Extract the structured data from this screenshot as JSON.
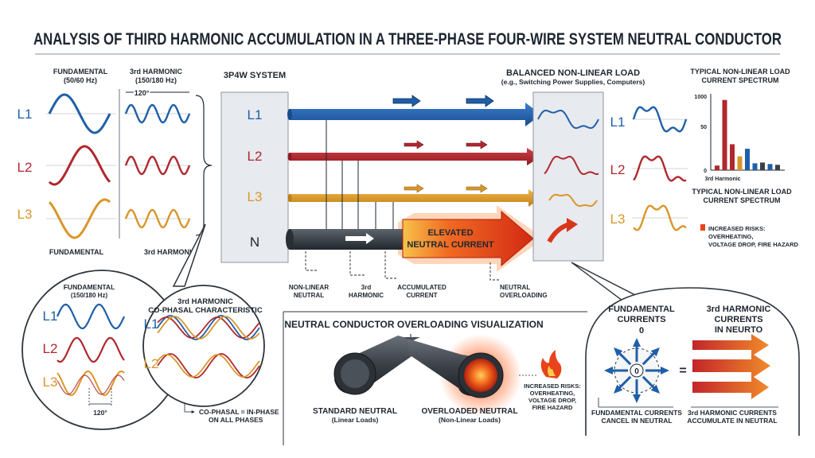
{
  "title": "ANALYSIS OF THIRD HARMONIC ACCUMULATION IN A THREE-PHASE FOUR-WIRE SYSTEM NEUTRAL CONDUCTOR",
  "colors": {
    "l1": "#1f5fa8",
    "l2": "#b0282d",
    "l3": "#d9962a",
    "neutral": "#3a4048",
    "accent": "#e8431a"
  },
  "left_waves": {
    "fundamental_header": "FUNDAMENTAL",
    "fundamental_freq": "(50/60 Hz)",
    "harmonic_header": "3rd HARMONIC",
    "harmonic_freq": "(150/180 Hz)",
    "phase_shift": "120°",
    "phases": [
      "L1",
      "L2",
      "L3"
    ],
    "fundamental_footer": "FUNDAMENTAL",
    "harmonic_footer": "3rd HARMONIC"
  },
  "system": {
    "header": "3P4W SYSTEM",
    "lines": [
      "L1",
      "L2",
      "L3",
      "N"
    ],
    "neutral_label_line1": "ELEVATED",
    "neutral_label_line2": "NEUTRAL CURRENT"
  },
  "callouts": [
    {
      "line1": "NON-LINEAR",
      "line2": "NEUTRAL"
    },
    {
      "line1": "3rd",
      "line2": "HARMONIC"
    },
    {
      "line1": "ACCUMULATED",
      "line2": "CURRENT"
    },
    {
      "line1": "NEUTRAL",
      "line2": "OVERLOADING"
    }
  ],
  "load": {
    "header": "BALANCED NON-LINEAR LOAD",
    "subheader": "(e.g., Switching Power Supplies, Computers)",
    "phases": [
      "L1",
      "L2",
      "L3"
    ]
  },
  "spectrum": {
    "header_line1": "TYPICAL NON-LINEAR LOAD",
    "header_line2": "CURRENT SPECTRUM",
    "footer_line1": "TYPICAL NON-LINEAR LOAD",
    "footer_line2": "CURRENT SPECTRUM",
    "x_label": "3rd Harmonic",
    "y_max_label": "1000",
    "y_mid_label": "50",
    "y_min_label": "0",
    "risk_lines": [
      "INCREASED RISKS:",
      "OVERHEATING,",
      "VOLTAGE DROP, FIRE HAZARD"
    ]
  },
  "chart_data": {
    "type": "bar",
    "title": "TYPICAL NON-LINEAR LOAD CURRENT SPECTRUM",
    "xlabel": "3rd Harmonic",
    "ylabel": "",
    "ylim": [
      0,
      100
    ],
    "values": [
      6,
      92,
      34,
      18,
      28,
      9,
      10,
      8,
      7
    ],
    "bar_colors": [
      "#b0282d",
      "#b0282d",
      "#b0282d",
      "#d9962a",
      "#1f5fa8",
      "#1f5fa8",
      "#3a4048",
      "#1f5fa8",
      "#3a4048"
    ]
  },
  "zoom_left": {
    "fund_title": "FUNDAMENTAL",
    "fund_freq": "(150/180 Hz)",
    "phases": [
      "L1",
      "L2",
      "L3"
    ],
    "angle": "120°",
    "harm_title_line1": "3rd HARMONIC",
    "harm_title_line2": "CO-PHASAL CHARACTERISTIC",
    "harm_phases": [
      "L1",
      "L2"
    ],
    "co_phasal_line1": "CO-PHASAL = IN-PHASE",
    "co_phasal_line2": "ON ALL PHASES"
  },
  "overload": {
    "header": "NEUTRAL CONDUCTOR OVERLOADING VISUALIZATION",
    "standard_line1": "STANDARD NEUTRAL",
    "standard_line2": "(Linear Loads)",
    "overloaded_line1": "OVERLOADED NEUTRAL",
    "overloaded_line2": "(Non-Linear Loads)",
    "risks": [
      "INCREASED RISKS:",
      "OVERHEATING,",
      "VOLTAGE DROP,",
      "FIRE HAZARD"
    ]
  },
  "cancel": {
    "fund_line1": "FUNDAMENTAL",
    "fund_line2": "CURRENTS",
    "fund_value": "0",
    "harm_line1": "3rd HARMONIC",
    "harm_line2": "CURRENTS",
    "harm_line3": "IN NEURTO",
    "center_value": "0",
    "equals": "=",
    "caption_left_line1": "FUNDAMENTAL CURRENTS",
    "caption_left_line2": "CANCEL IN NEUTRAL",
    "caption_right_line1": "3rd HARMONIC CURRENTS",
    "caption_right_line2": "ACCUMULATE IN NEUTRAL"
  }
}
